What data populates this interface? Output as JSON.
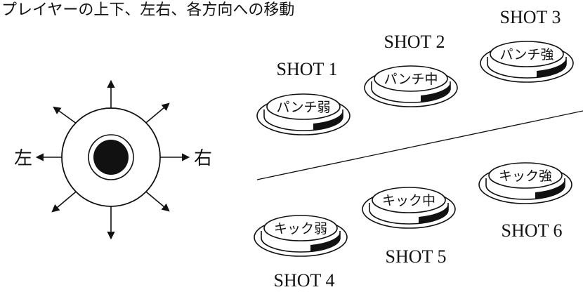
{
  "caption": "プレイヤーの上下、左右、各方向への移動",
  "joystick": {
    "left_label": "左",
    "right_label": "右"
  },
  "buttons": [
    {
      "id": "shot1",
      "shot": "SHOT 1",
      "label": "パンチ弱"
    },
    {
      "id": "shot2",
      "shot": "SHOT 2",
      "label": "パンチ中"
    },
    {
      "id": "shot3",
      "shot": "SHOT 3",
      "label": "パンチ強"
    },
    {
      "id": "shot4",
      "shot": "SHOT 4",
      "label": "キック弱"
    },
    {
      "id": "shot5",
      "shot": "SHOT 5",
      "label": "キック中"
    },
    {
      "id": "shot6",
      "shot": "SHOT 6",
      "label": "キック強"
    }
  ],
  "colors": {
    "ink": "#111111",
    "paper": "#ffffff"
  }
}
